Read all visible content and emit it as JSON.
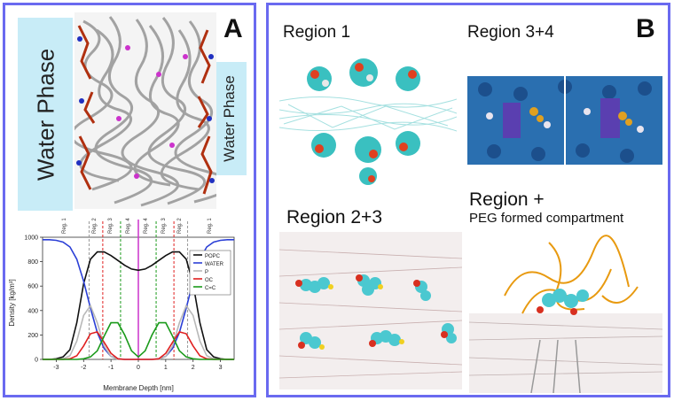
{
  "panel_a": {
    "letter": "A",
    "water_left": "Water Phase",
    "water_right": "Water Phase"
  },
  "panel_b": {
    "letter": "B",
    "region1": "Region 1",
    "region34": "Region 3+4",
    "region23": "Region 2+3",
    "region_plus": "Region +",
    "region_plus_sub": "PEG formed compartment"
  },
  "colors": {
    "border": "#6a6af0",
    "water": "#c8ecf7",
    "popc": "#111111",
    "water_series": "#2b3fd6",
    "p": "#b8b8b8",
    "oc": "#e02020",
    "cc": "#1a9a1a",
    "center_line": "#cc33cc"
  },
  "chart_data": {
    "type": "line",
    "xlabel": "Membrane Depth [nm]",
    "ylabel": "Density [kg/m³]",
    "xlim": [
      -3.5,
      3.5
    ],
    "ylim": [
      0,
      1000
    ],
    "xticks": [
      "-3",
      "-2",
      "-1",
      "0",
      "1",
      "2",
      "3"
    ],
    "yticks": [
      "0",
      "200",
      "400",
      "600",
      "800",
      "1000"
    ],
    "region_labels": [
      "Reg. 1",
      "Reg. 2",
      "Reg. 3",
      "Reg. 4",
      "Reg. 4",
      "Reg. 3",
      "Reg. 2",
      "Reg. 1"
    ],
    "region_boundaries": [
      -1.8,
      -1.3,
      -0.65,
      0.65,
      1.3,
      1.8
    ],
    "center_line": 0,
    "legend_position": "right",
    "x": [
      -3.5,
      -3.25,
      -3.0,
      -2.75,
      -2.5,
      -2.25,
      -2.0,
      -1.75,
      -1.5,
      -1.25,
      -1.0,
      -0.75,
      -0.5,
      -0.25,
      0.0,
      0.25,
      0.5,
      0.75,
      1.0,
      1.25,
      1.5,
      1.75,
      2.0,
      2.25,
      2.5,
      2.75,
      3.0,
      3.25,
      3.5
    ],
    "series": [
      {
        "name": "POPC",
        "values": [
          0,
          0,
          5,
          20,
          80,
          300,
          620,
          820,
          880,
          880,
          850,
          810,
          770,
          740,
          730,
          740,
          770,
          810,
          850,
          880,
          880,
          820,
          620,
          300,
          80,
          20,
          5,
          0,
          0
        ]
      },
      {
        "name": "WATER",
        "values": [
          980,
          980,
          975,
          960,
          920,
          820,
          640,
          420,
          220,
          90,
          25,
          5,
          0,
          0,
          0,
          0,
          0,
          5,
          25,
          90,
          220,
          420,
          640,
          820,
          920,
          960,
          975,
          980,
          980
        ]
      },
      {
        "name": "P",
        "values": [
          0,
          0,
          0,
          5,
          30,
          150,
          360,
          440,
          300,
          110,
          25,
          0,
          0,
          0,
          0,
          0,
          0,
          0,
          25,
          110,
          300,
          440,
          360,
          150,
          30,
          5,
          0,
          0,
          0
        ]
      },
      {
        "name": "OC",
        "values": [
          0,
          0,
          0,
          0,
          5,
          30,
          110,
          210,
          225,
          140,
          50,
          5,
          0,
          0,
          0,
          0,
          0,
          5,
          50,
          140,
          225,
          210,
          110,
          30,
          5,
          0,
          0,
          0,
          0
        ]
      },
      {
        "name": "C=C",
        "values": [
          0,
          0,
          0,
          0,
          0,
          0,
          5,
          20,
          70,
          190,
          300,
          300,
          200,
          70,
          20,
          70,
          200,
          300,
          300,
          190,
          70,
          20,
          5,
          0,
          0,
          0,
          0,
          0,
          0
        ]
      }
    ]
  }
}
